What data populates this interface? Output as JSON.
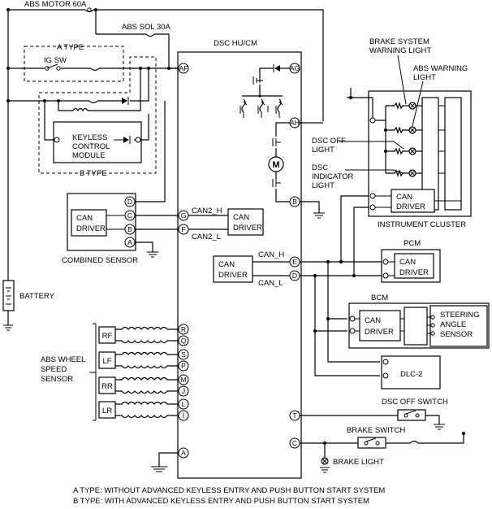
{
  "supply": {
    "abs_motor": "ABS MOTOR 60A",
    "abs_sol": "ABS SOL 30A",
    "ig_sw": "IG SW",
    "battery": "BATTERY"
  },
  "types": {
    "a": "A TYPE",
    "b": "B TYPE"
  },
  "keyless": {
    "line1": "KEYLESS",
    "line2": "CONTROL",
    "line3": "MODULE"
  },
  "dsc": {
    "title": "DSC HU/CM",
    "pins_right": [
      "AG",
      "AH",
      "B",
      "E",
      "D",
      "T",
      "C"
    ],
    "pins_left": [
      "AF",
      "G",
      "F",
      "R",
      "Q",
      "S",
      "P",
      "M",
      "J",
      "L",
      "I",
      "A"
    ],
    "can": {
      "line1": "CAN",
      "line2": "DRIVER"
    },
    "can_h": "CAN_H",
    "can_l": "CAN_L",
    "can2_h": "CAN2_H",
    "can2_l": "CAN2_L"
  },
  "combined_sensor": {
    "label": "COMBINED SENSOR",
    "pins": [
      "D",
      "C",
      "B",
      "A"
    ],
    "can1": "CAN",
    "can2": "DRIVER"
  },
  "abs_wheel": {
    "line1": "ABS WHEEL",
    "line2": "SPEED",
    "line3": "SENSOR",
    "sensors": [
      "RF",
      "LF",
      "RR",
      "LR"
    ]
  },
  "cluster": {
    "label": "INSTRUMENT CLUSTER",
    "brake_warn1": "BRAKE SYSTEM",
    "brake_warn2": "WARNING LIGHT",
    "abs_warn1": "ABS WARNING",
    "abs_warn2": "LIGHT",
    "dsc_off1": "DSC OFF",
    "dsc_off2": "LIGHT",
    "dsc_ind1": "DSC",
    "dsc_ind2": "INDICATOR",
    "dsc_ind3": "LIGHT",
    "can1": "CAN",
    "can2": "DRIVER"
  },
  "pcm": {
    "label": "PCM",
    "can1": "CAN",
    "can2": "DRIVER"
  },
  "bcm": {
    "label": "BCM",
    "can1": "CAN",
    "can2": "DRIVER"
  },
  "steering": {
    "line1": "STEERING",
    "line2": "ANGLE",
    "line3": "SENSOR"
  },
  "dlc": "DLC-2",
  "dsc_off_switch": "DSC OFF SWITCH",
  "brake_switch": "BRAKE SWITCH",
  "brake_light": "BRAKE LIGHT",
  "notes": {
    "a": "A TYPE: WITHOUT ADVANCED KEYLESS ENTRY AND PUSH BUTTON START SYSTEM",
    "b": "B TYPE: WITH ADVANCED KEYLESS ENTRY AND PUSH BUTTON START SYSTEM"
  }
}
